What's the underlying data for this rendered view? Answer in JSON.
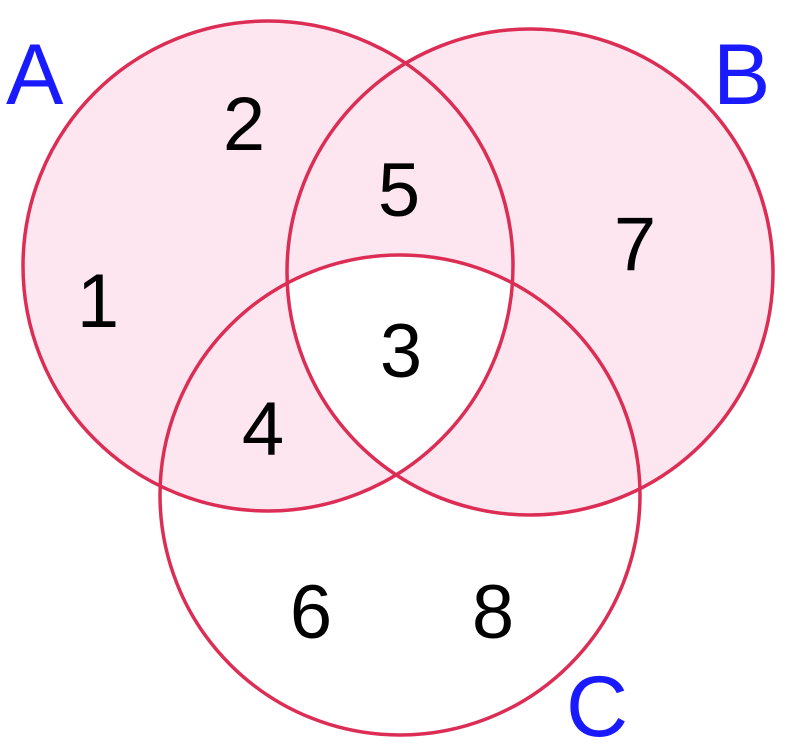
{
  "sets": [
    {
      "name": "A"
    },
    {
      "name": "B"
    },
    {
      "name": "C"
    }
  ],
  "regions": {
    "a_only_top": "2",
    "a_only_left": "1",
    "a_and_b_only": "5",
    "b_only": "7",
    "a_b_c": "3",
    "a_and_c_only": "4",
    "c_only_left": "6",
    "c_only_right": "8"
  },
  "colors": {
    "outline": "#dc2d55",
    "shaded_fill": "#fde6ef",
    "label": "#1a1aff",
    "number": "#000000",
    "background": "#ffffff"
  }
}
